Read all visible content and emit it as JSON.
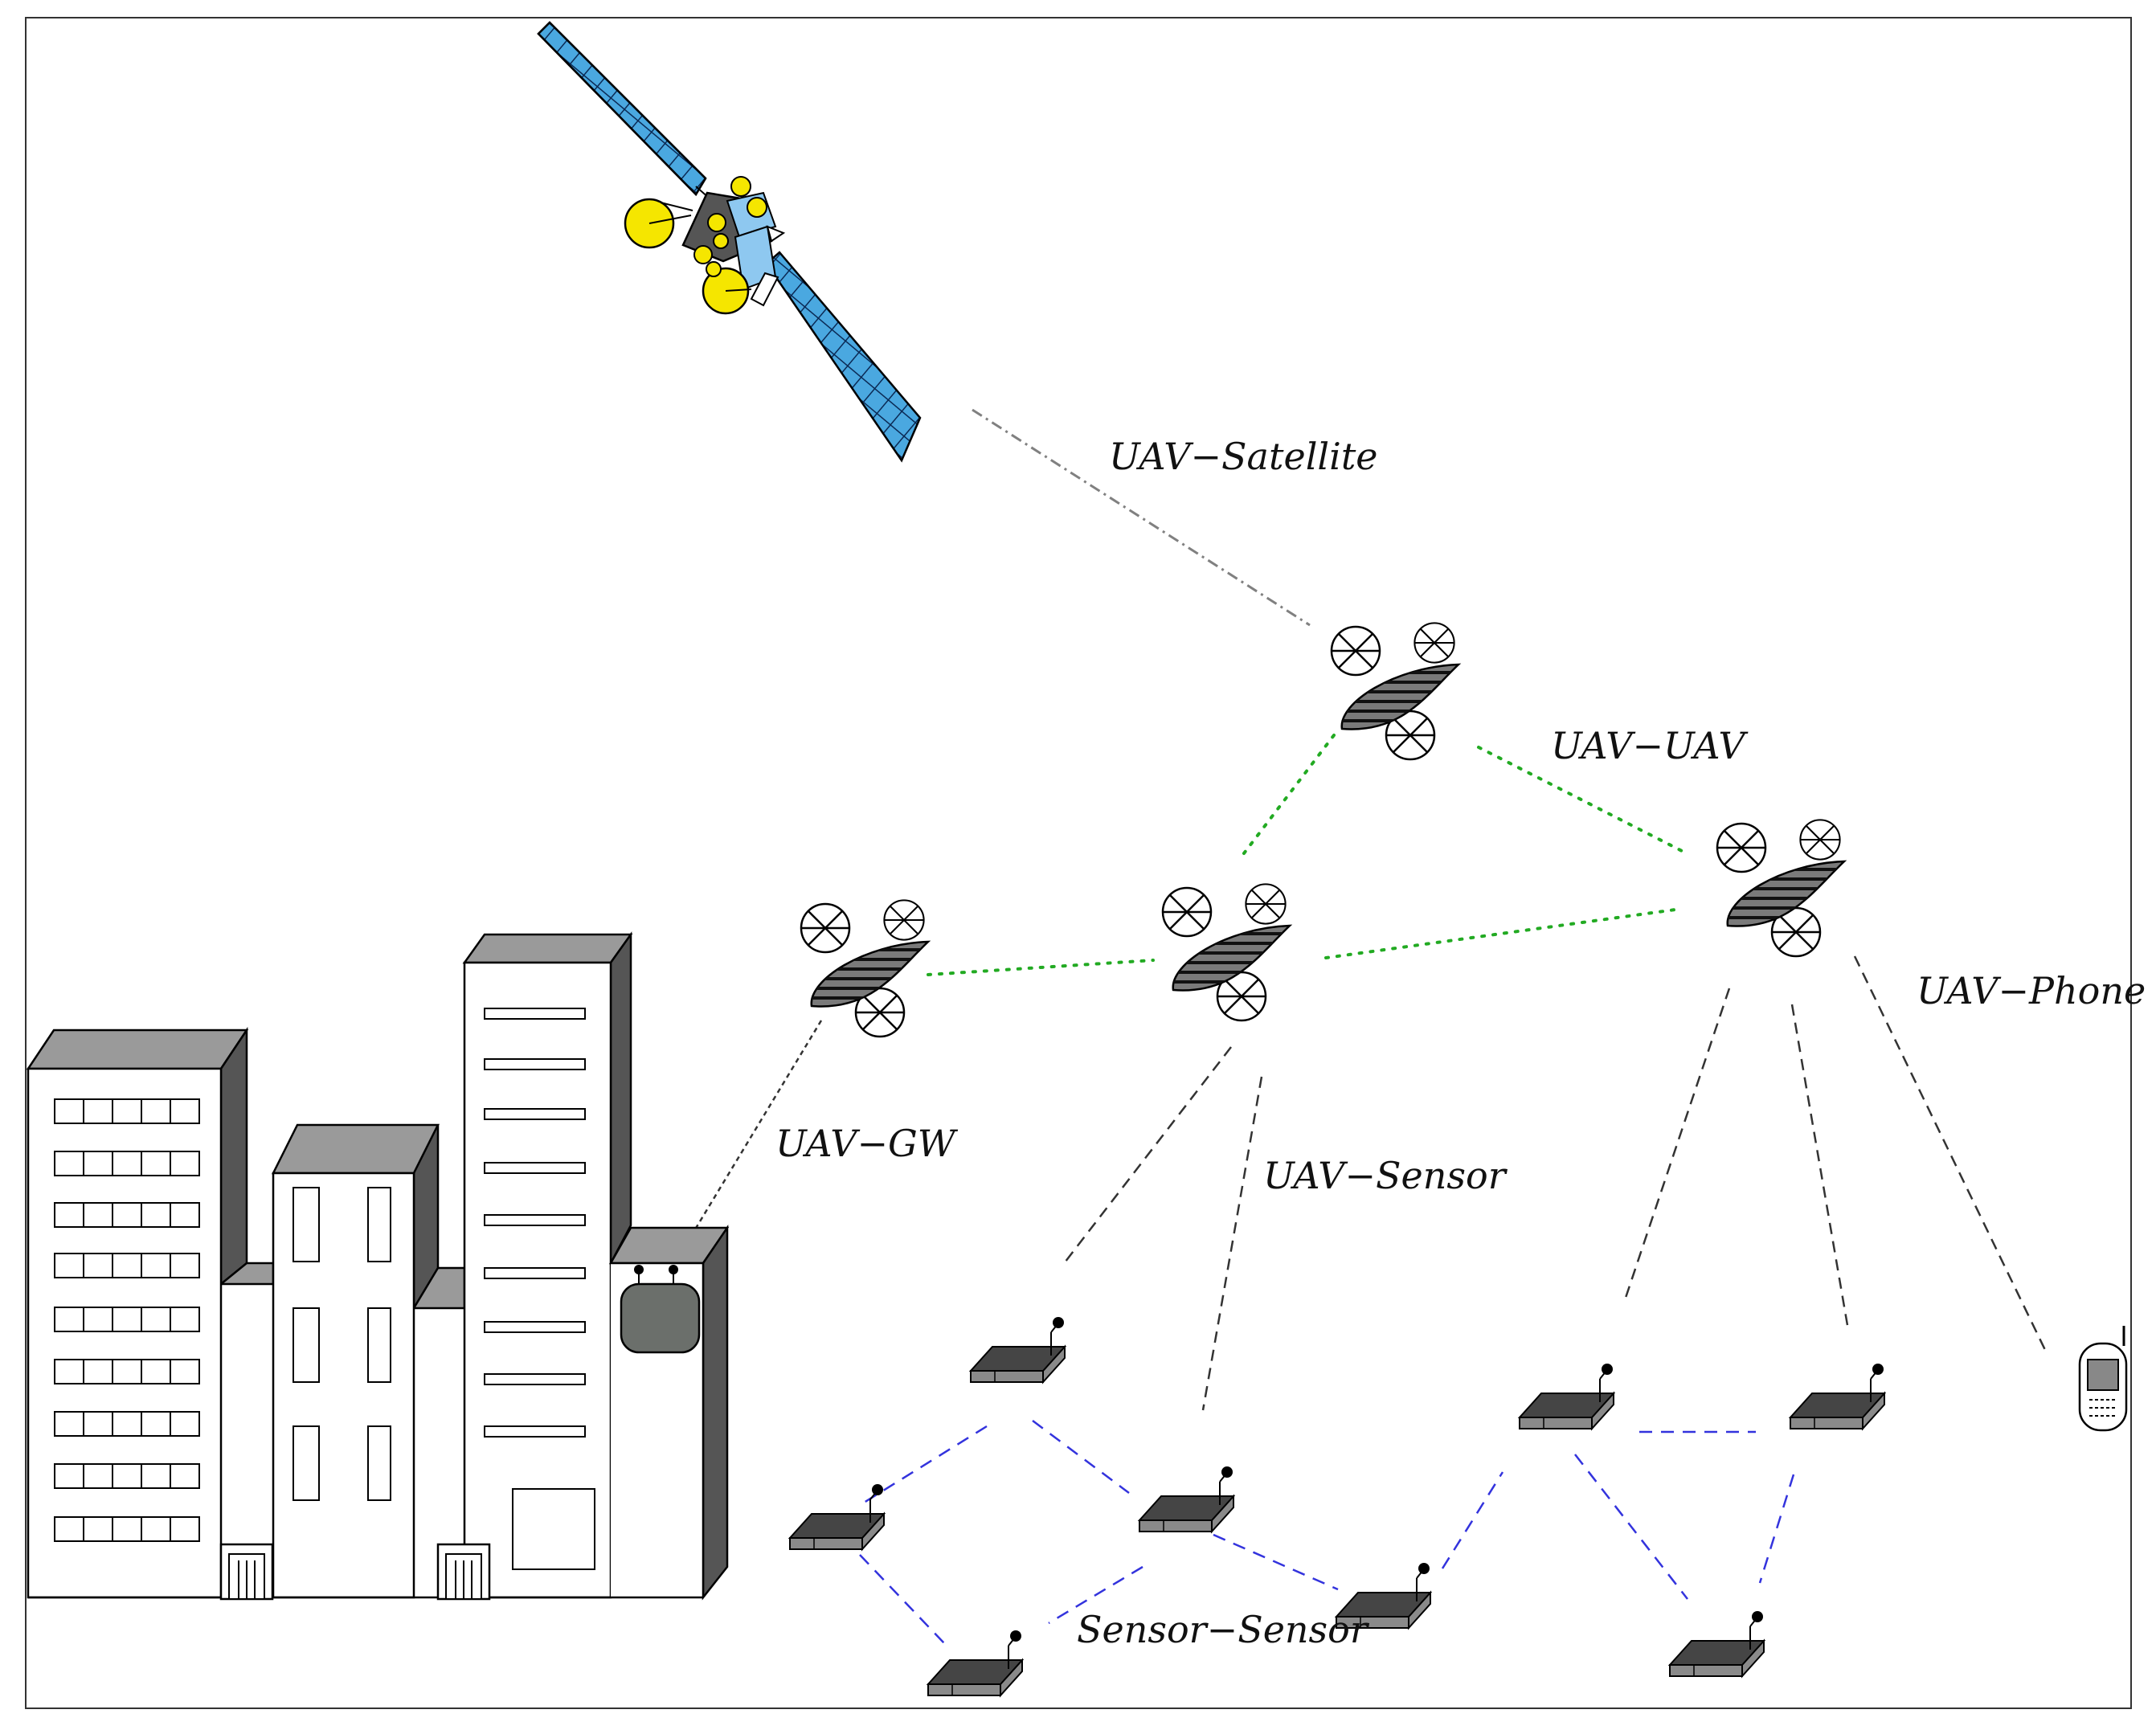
{
  "links": {
    "uav_satellite": "UAV−Satellite",
    "uav_uav": "UAV−UAV",
    "uav_phone": "UAV−Phone",
    "uav_gw": "UAV−GW",
    "uav_sensor": "UAV−Sensor",
    "sensor_sensor": "Sensor−Sensor"
  },
  "colors": {
    "uav_satellite_link": "#808080",
    "uav_uav_link": "#22aa22",
    "uav_gw_link": "#333333",
    "uav_sensor_link": "#333333",
    "uav_phone_link": "#333333",
    "sensor_sensor_link": "#3333dd",
    "solar_panel": "#4aa8e0",
    "satellite_body": "#555555",
    "satellite_module": "#8ec8f0",
    "antenna_dish": "#f5e600",
    "uav_body": "#777777",
    "building_roof": "#9a9a9a",
    "building_side": "#555555",
    "gateway": "#6b6f6b",
    "sensor_top": "#444444",
    "sensor_side": "#888888"
  },
  "icons": [
    "satellite-icon",
    "uav-icon",
    "sensor-node-icon",
    "mobile-phone-icon",
    "gateway-icon",
    "city-buildings-icon"
  ]
}
